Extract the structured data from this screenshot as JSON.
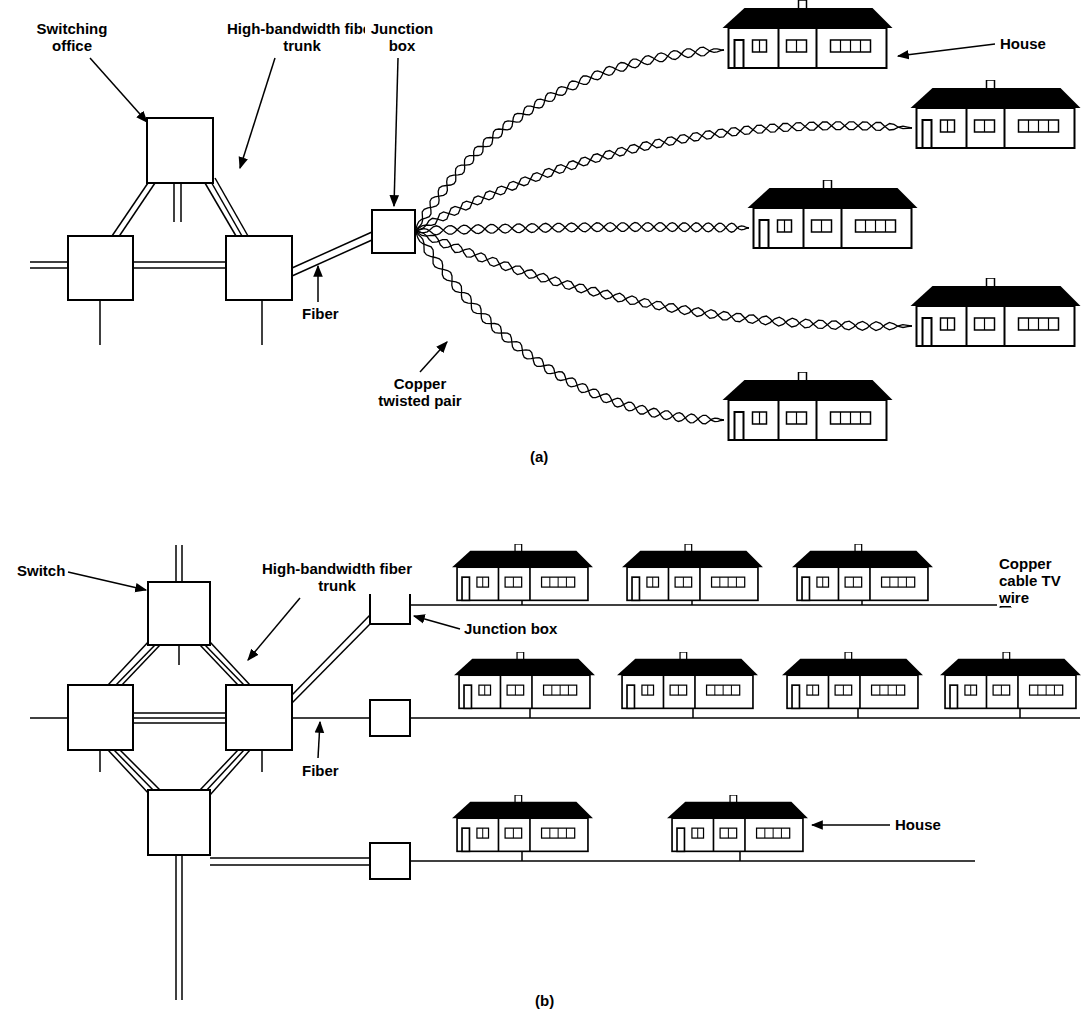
{
  "diagram": {
    "labels": [
      "Switching office",
      "High-bandwidth fiber trunk",
      "Junction box",
      "House",
      "Fiber",
      "Copper twisted pair",
      "(a)",
      "Switch",
      "High-bandwidth fiber trunk",
      "Junction box",
      "Copper cable TV wire",
      "Fiber",
      "House",
      "(b)"
    ]
  }
}
